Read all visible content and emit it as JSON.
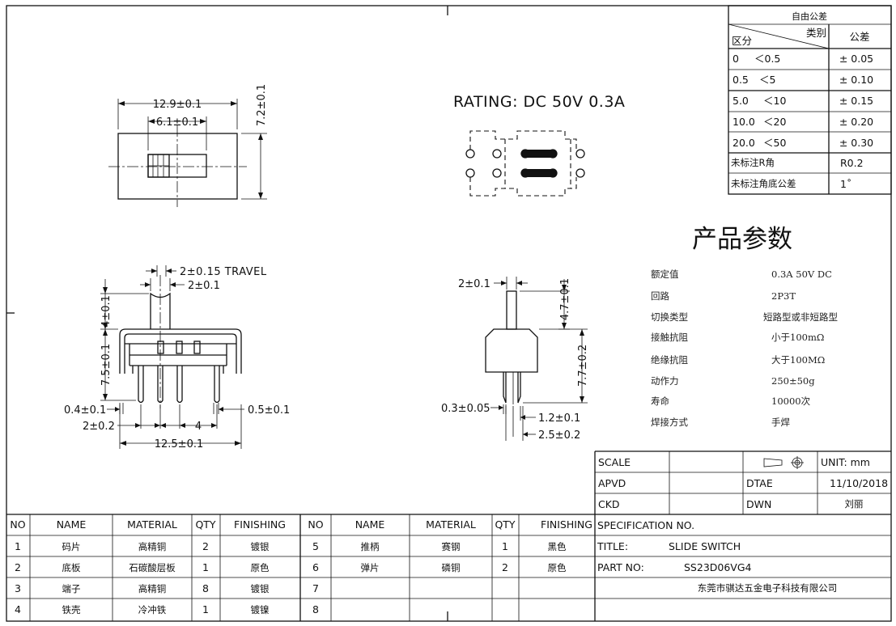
{
  "tolerance_table": {
    "title": "自由公差",
    "header_category": "类别",
    "header_range": "区分",
    "header_tolerance": "公差",
    "rows": [
      {
        "from": "0",
        "to": "＜0.5",
        "tol": "± 0.05"
      },
      {
        "from": "0.5",
        "to": "＜5",
        "tol": "± 0.10"
      },
      {
        "from": "5.0",
        "to": "＜10",
        "tol": "± 0.15"
      },
      {
        "from": "10.0",
        "to": "＜20",
        "tol": "± 0.20"
      },
      {
        "from": "20.0",
        "to": "＜50",
        "tol": "± 0.30"
      }
    ],
    "unmarked_r_label": "未标注R角",
    "unmarked_r_value": "R0.2",
    "unmarked_angle_label": "未标注角底公差",
    "unmarked_angle_value": "1˚"
  },
  "rating": "RATING: DC  50V  0.3A",
  "params": {
    "title": "产品参数",
    "items": [
      {
        "label": "额定值",
        "value": "0.3A 50V DC"
      },
      {
        "label": "回路",
        "value": "2P3T"
      },
      {
        "label": "切换类型",
        "value": "短路型或非短路型"
      },
      {
        "label": "接触抗阻",
        "value": "小于100mΩ"
      },
      {
        "label": "绝缘抗阻",
        "value": "大于100MΩ"
      },
      {
        "label": "动作力",
        "value": "250±50g"
      },
      {
        "label": "寿命",
        "value": "10000次"
      },
      {
        "label": "焊接方式",
        "value": "手焊"
      }
    ]
  },
  "dims": {
    "top_width": "12.9±0.1",
    "top_slot": "6.1±0.1",
    "top_height": "7.2±0.1",
    "travel": "2±0.15   TRAVEL",
    "actuator_width": "2±0.1",
    "actuator_height": "4±0.1",
    "body_height": "7.5±0.1",
    "pin_width": "0.4±0.1",
    "pin_pitch": "2±0.2",
    "pin_span": "4",
    "pin_thick": "0.5±0.1",
    "overall_width": "12.5±0.1",
    "side_actuator": "2±0.1",
    "side_act_height": "4.7±0.1",
    "side_body_height": "7.7±0.2",
    "side_pin": "0.3±0.05",
    "side_pin2": "1.2±0.1",
    "side_depth": "2.5±0.2"
  },
  "title_block": {
    "scale_label": "SCALE",
    "unit_label": "UNIT: mm",
    "apvd_label": "APVD",
    "date_label": "DTAE",
    "date_value": "11/10/2018",
    "ckd_label": "CKD",
    "dwn_label": "DWN",
    "dwn_value": "刘丽",
    "spec_label": "SPECIFICATION NO.",
    "title_label": "TITLE:",
    "title_value": "SLIDE  SWITCH",
    "part_label": "PART NO:",
    "part_value": "SS23D06VG4",
    "company": "东莞市骐达五金电子科技有限公司"
  },
  "bom": {
    "headers": [
      "NO",
      "NAME",
      "MATERIAL",
      "QTY",
      "FINISHING",
      "NO",
      "NAME",
      "MATERIAL",
      "QTY",
      "FINISHING"
    ],
    "rows": [
      [
        "1",
        "码片",
        "高精铜",
        "2",
        "镀银",
        "5",
        "推柄",
        "赛钢",
        "1",
        "黑色"
      ],
      [
        "2",
        "底板",
        "石碳酸层板",
        "1",
        "原色",
        "6",
        "弹片",
        "磷铜",
        "2",
        "原色"
      ],
      [
        "3",
        "端子",
        "高精铜",
        "8",
        "镀银",
        "7",
        "",
        "",
        "",
        ""
      ],
      [
        "4",
        "铁壳",
        "冷冲铁",
        "1",
        "镀镍",
        "8",
        "",
        "",
        "",
        ""
      ]
    ]
  }
}
